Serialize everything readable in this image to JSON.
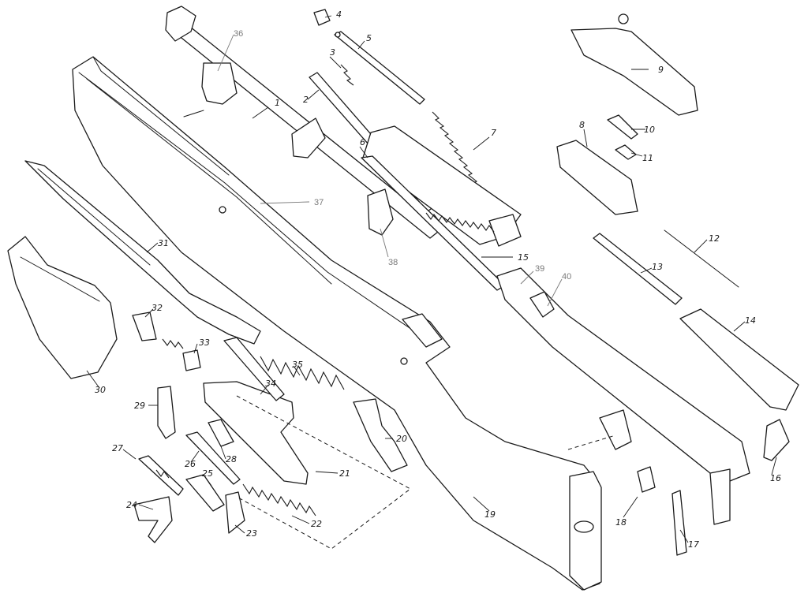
{
  "labels": {
    "n1": "1",
    "n2": "2",
    "n3": "3",
    "n4": "4",
    "n5": "5",
    "n6": "6",
    "n7": "7",
    "n8": "8",
    "n9": "9",
    "n10": "10",
    "n11": "11",
    "n12": "12",
    "n13": "13",
    "n14": "14",
    "n15": "15",
    "n16": "16",
    "n17": "17",
    "n18": "18",
    "n19": "19",
    "n20": "20",
    "n21": "21",
    "n22": "22",
    "n23": "23",
    "n24": "24",
    "n25": "25",
    "n26": "26",
    "n27": "27",
    "n28": "28",
    "n29": "29",
    "n30": "30",
    "n31": "31",
    "n32": "32",
    "n33": "33",
    "n34": "34",
    "n35": "35",
    "n36": "36",
    "n37": "37",
    "n38": "38",
    "n39": "39",
    "n40": "40"
  },
  "colors": {
    "line": "#1a1a1a",
    "background": "#ffffff",
    "added_labels": "#7a7a7a"
  }
}
